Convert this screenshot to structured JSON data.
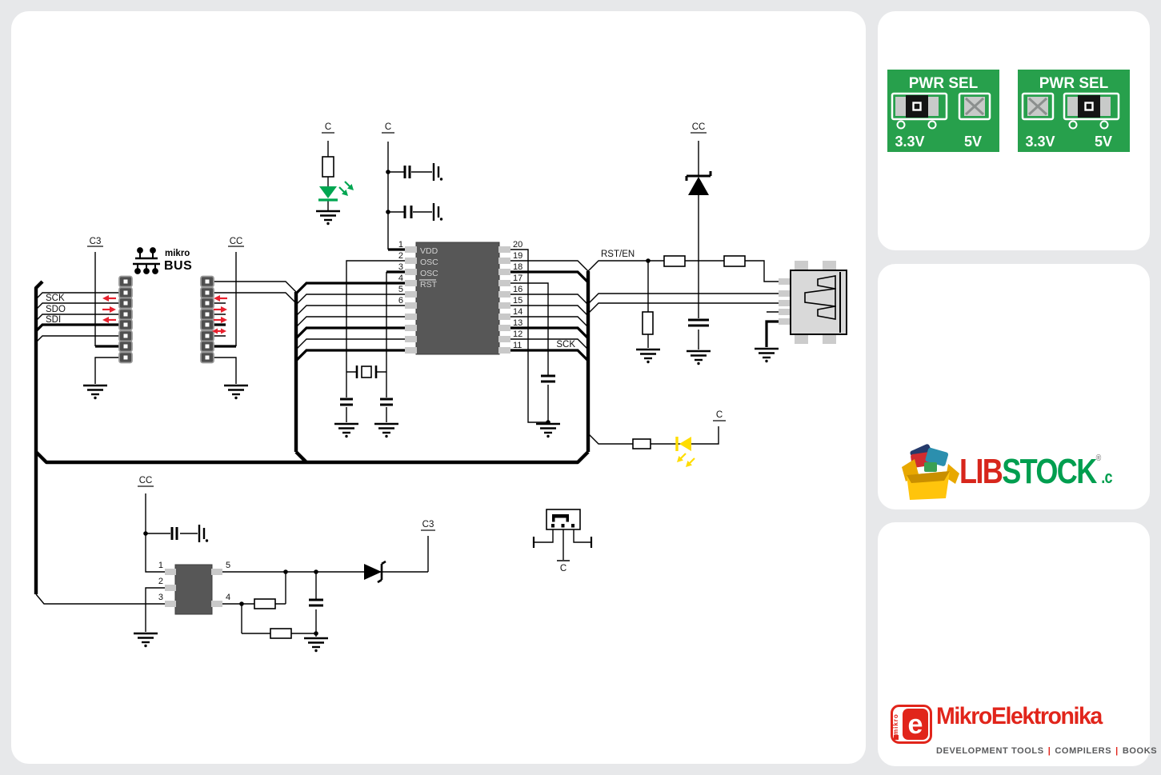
{
  "main_schematic": {
    "nets": {
      "c": "C",
      "cc": "CC",
      "c3": "C3"
    },
    "signals": {
      "sck": "SCK",
      "sdo": "SDO",
      "sdi": "SDI",
      "rst_en": "RST/EN"
    },
    "mikrobus": {
      "top": "mikro",
      "bottom": "BUS"
    },
    "ic": {
      "pin_labels": {
        "vdd": "VDD",
        "osc1": "OSC",
        "osc2": "OSC",
        "rst": "RST"
      },
      "left_pins": [
        "1",
        "2",
        "3",
        "4",
        "5",
        "6"
      ],
      "right_pins": [
        "20",
        "19",
        "18",
        "17",
        "16",
        "15",
        "14",
        "13",
        "12",
        "11"
      ]
    },
    "regulator": {
      "left_pins": [
        "1",
        "2",
        "3"
      ],
      "right_pins": [
        "5",
        "4"
      ]
    }
  },
  "sidebar": {
    "pwr_sel": {
      "label": "PWR SEL",
      "options": [
        "3.3V",
        "5V"
      ],
      "images": [
        {
          "selected": "3.3V"
        },
        {
          "selected": "5V"
        }
      ]
    },
    "libstock": {
      "lib": "LIB",
      "stock": "STOCK",
      "suffix": ".c",
      "reg": "®"
    },
    "mikroe": {
      "e": "e",
      "mikro": "mikro",
      "name": "MikroElektronika",
      "tagline": [
        "DEVELOPMENT TOOLS",
        "COMPILERS",
        "BOOKS"
      ],
      "sep": "|"
    }
  },
  "colors": {
    "accent_red": "#E1251B",
    "arrow_red": "#E8212E",
    "led_green": "#00A651",
    "led_yellow": "#FFDD00",
    "pcb_green": "#27A04C",
    "stock_green": "#009E4F"
  }
}
